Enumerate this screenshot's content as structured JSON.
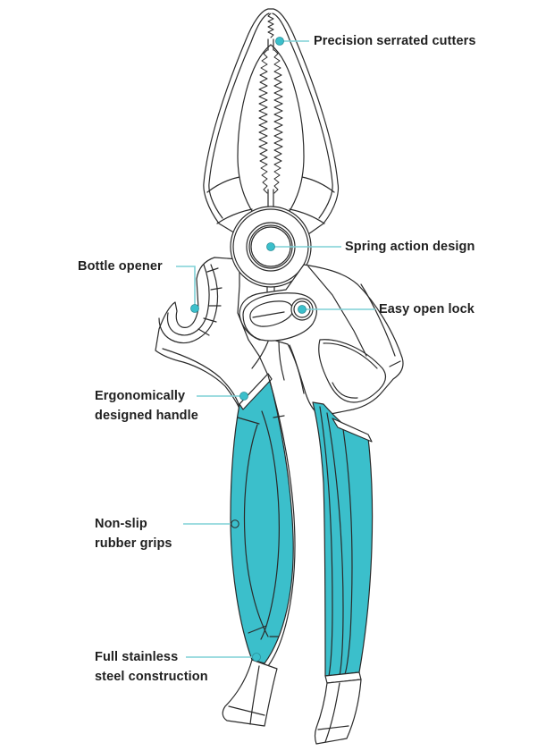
{
  "diagram": {
    "subject": "Multi-function pliers / shears",
    "colors": {
      "accent": "#3bbfcb",
      "grip_fill": "#3bbfcb",
      "leader_line": "#7fd0d6",
      "outline": "#2a2a2a",
      "body_fill": "#ffffff",
      "label_text": "#1f1f1f"
    },
    "callouts": [
      {
        "id": "serrated-cutters",
        "lines": [
          "Precision serrated cutters"
        ],
        "side": "right",
        "marker": "filled-dot"
      },
      {
        "id": "spring-action",
        "lines": [
          "Spring action design"
        ],
        "side": "right",
        "marker": "filled-dot"
      },
      {
        "id": "bottle-opener",
        "lines": [
          "Bottle opener"
        ],
        "side": "left",
        "marker": "filled-dot"
      },
      {
        "id": "easy-open-lock",
        "lines": [
          "Easy open lock"
        ],
        "side": "right",
        "marker": "filled-dot"
      },
      {
        "id": "ergonomic-handle",
        "lines": [
          "Ergonomically",
          "designed handle"
        ],
        "side": "left",
        "marker": "filled-dot"
      },
      {
        "id": "rubber-grips",
        "lines": [
          "Non-slip",
          "rubber grips"
        ],
        "side": "left",
        "marker": "hollow-circle"
      },
      {
        "id": "stainless-steel",
        "lines": [
          "Full stainless",
          "steel construction"
        ],
        "side": "left",
        "marker": "filled-dot"
      }
    ]
  }
}
